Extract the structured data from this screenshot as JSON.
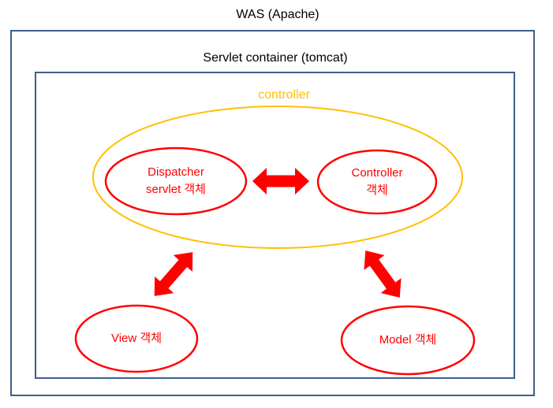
{
  "diagram": {
    "title": "WAS (Apache)",
    "container_title": "Servlet container (tomcat)",
    "controller_group_label": "controller",
    "nodes": {
      "dispatcher": {
        "line1": "Dispatcher",
        "line2": "servlet 객체"
      },
      "controller": {
        "line1": "Controller",
        "line2": "객체"
      },
      "view": {
        "label": "View 객체"
      },
      "model": {
        "label": "Model 객체"
      }
    },
    "edges": [
      {
        "from": "dispatcher",
        "to": "controller",
        "type": "double-arrow"
      },
      {
        "from": "controller-group",
        "to": "view",
        "type": "double-arrow"
      },
      {
        "from": "controller-group",
        "to": "model",
        "type": "double-arrow"
      }
    ]
  },
  "colors": {
    "box_border": "#3c5f8a",
    "accent_yellow": "#ffc000",
    "accent_red": "#ff0000",
    "text": "#000000"
  }
}
